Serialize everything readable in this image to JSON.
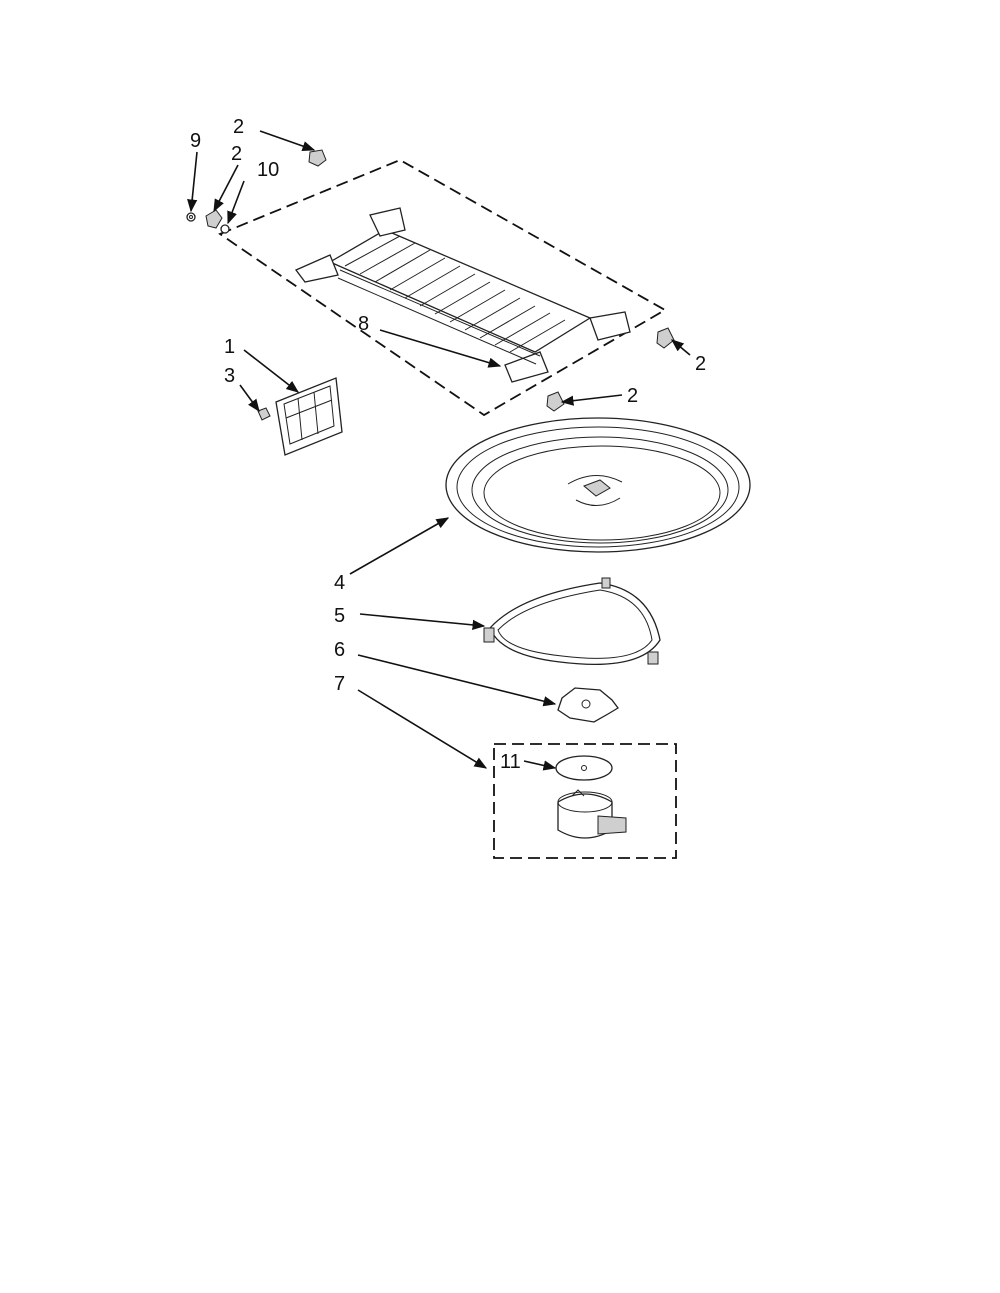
{
  "callouts": {
    "top_clip": "2",
    "screw_9": "9",
    "clip_left": "2",
    "part_10": "10",
    "right_clip": "2",
    "lower_clip": "2",
    "rack": "8",
    "vent_grille": "1",
    "grille_screw": "3",
    "turntable": "4",
    "roller_ring": "5",
    "coupler": "6",
    "motor_kit": "7",
    "motor_cap": "11"
  }
}
